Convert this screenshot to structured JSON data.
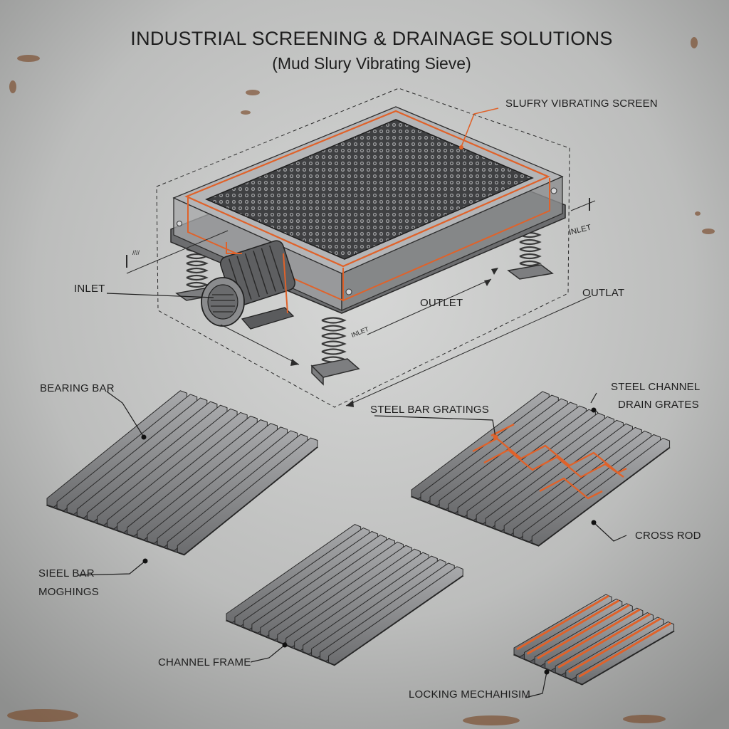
{
  "header": {
    "title": "INDUSTRIAL SCREENING & DRAINAGE SOLUTIONS",
    "subtitle": "(Mud Slury Vibrating Sieve)"
  },
  "sieve": {
    "screen_label": "SLUFRY VIBRATING SCREEN",
    "inlet_label": "INLET",
    "outlet_label": "OUTLET",
    "outlat_label": "OUTLAT",
    "inlet_dim_label": "INLET"
  },
  "gratings": {
    "bearing_bar": "BEARING BAR",
    "steel_bar_line1": "SIEEL BAR",
    "steel_bar_line2": "MOGHINGS",
    "channel_frame": "CHANNEL FRAME",
    "steel_channel_line1": "STEEL CHANNEL",
    "steel_channel_line2": "DRAIN GRATES",
    "steel_bar_gratings": "STEEL BAR GRATINGS",
    "cross_rod": "CROSS ROD",
    "locking_mechanism": "LOCKING MECHAHISIM"
  },
  "colors": {
    "accent": "#e0622a",
    "metal": "#8f9092",
    "metal_dark": "#4a4b4d",
    "ink": "#1e1e1e"
  }
}
